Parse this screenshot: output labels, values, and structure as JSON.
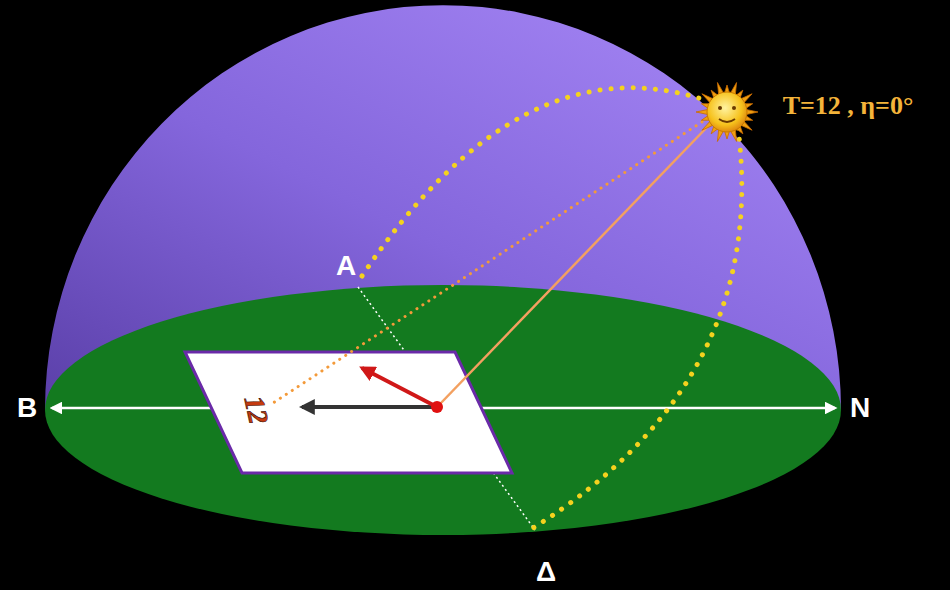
{
  "diagram": {
    "labels": [
      "Α",
      "Β",
      "Ν",
      "Δ",
      "12",
      "T=12 , η=0°"
    ]
  }
}
